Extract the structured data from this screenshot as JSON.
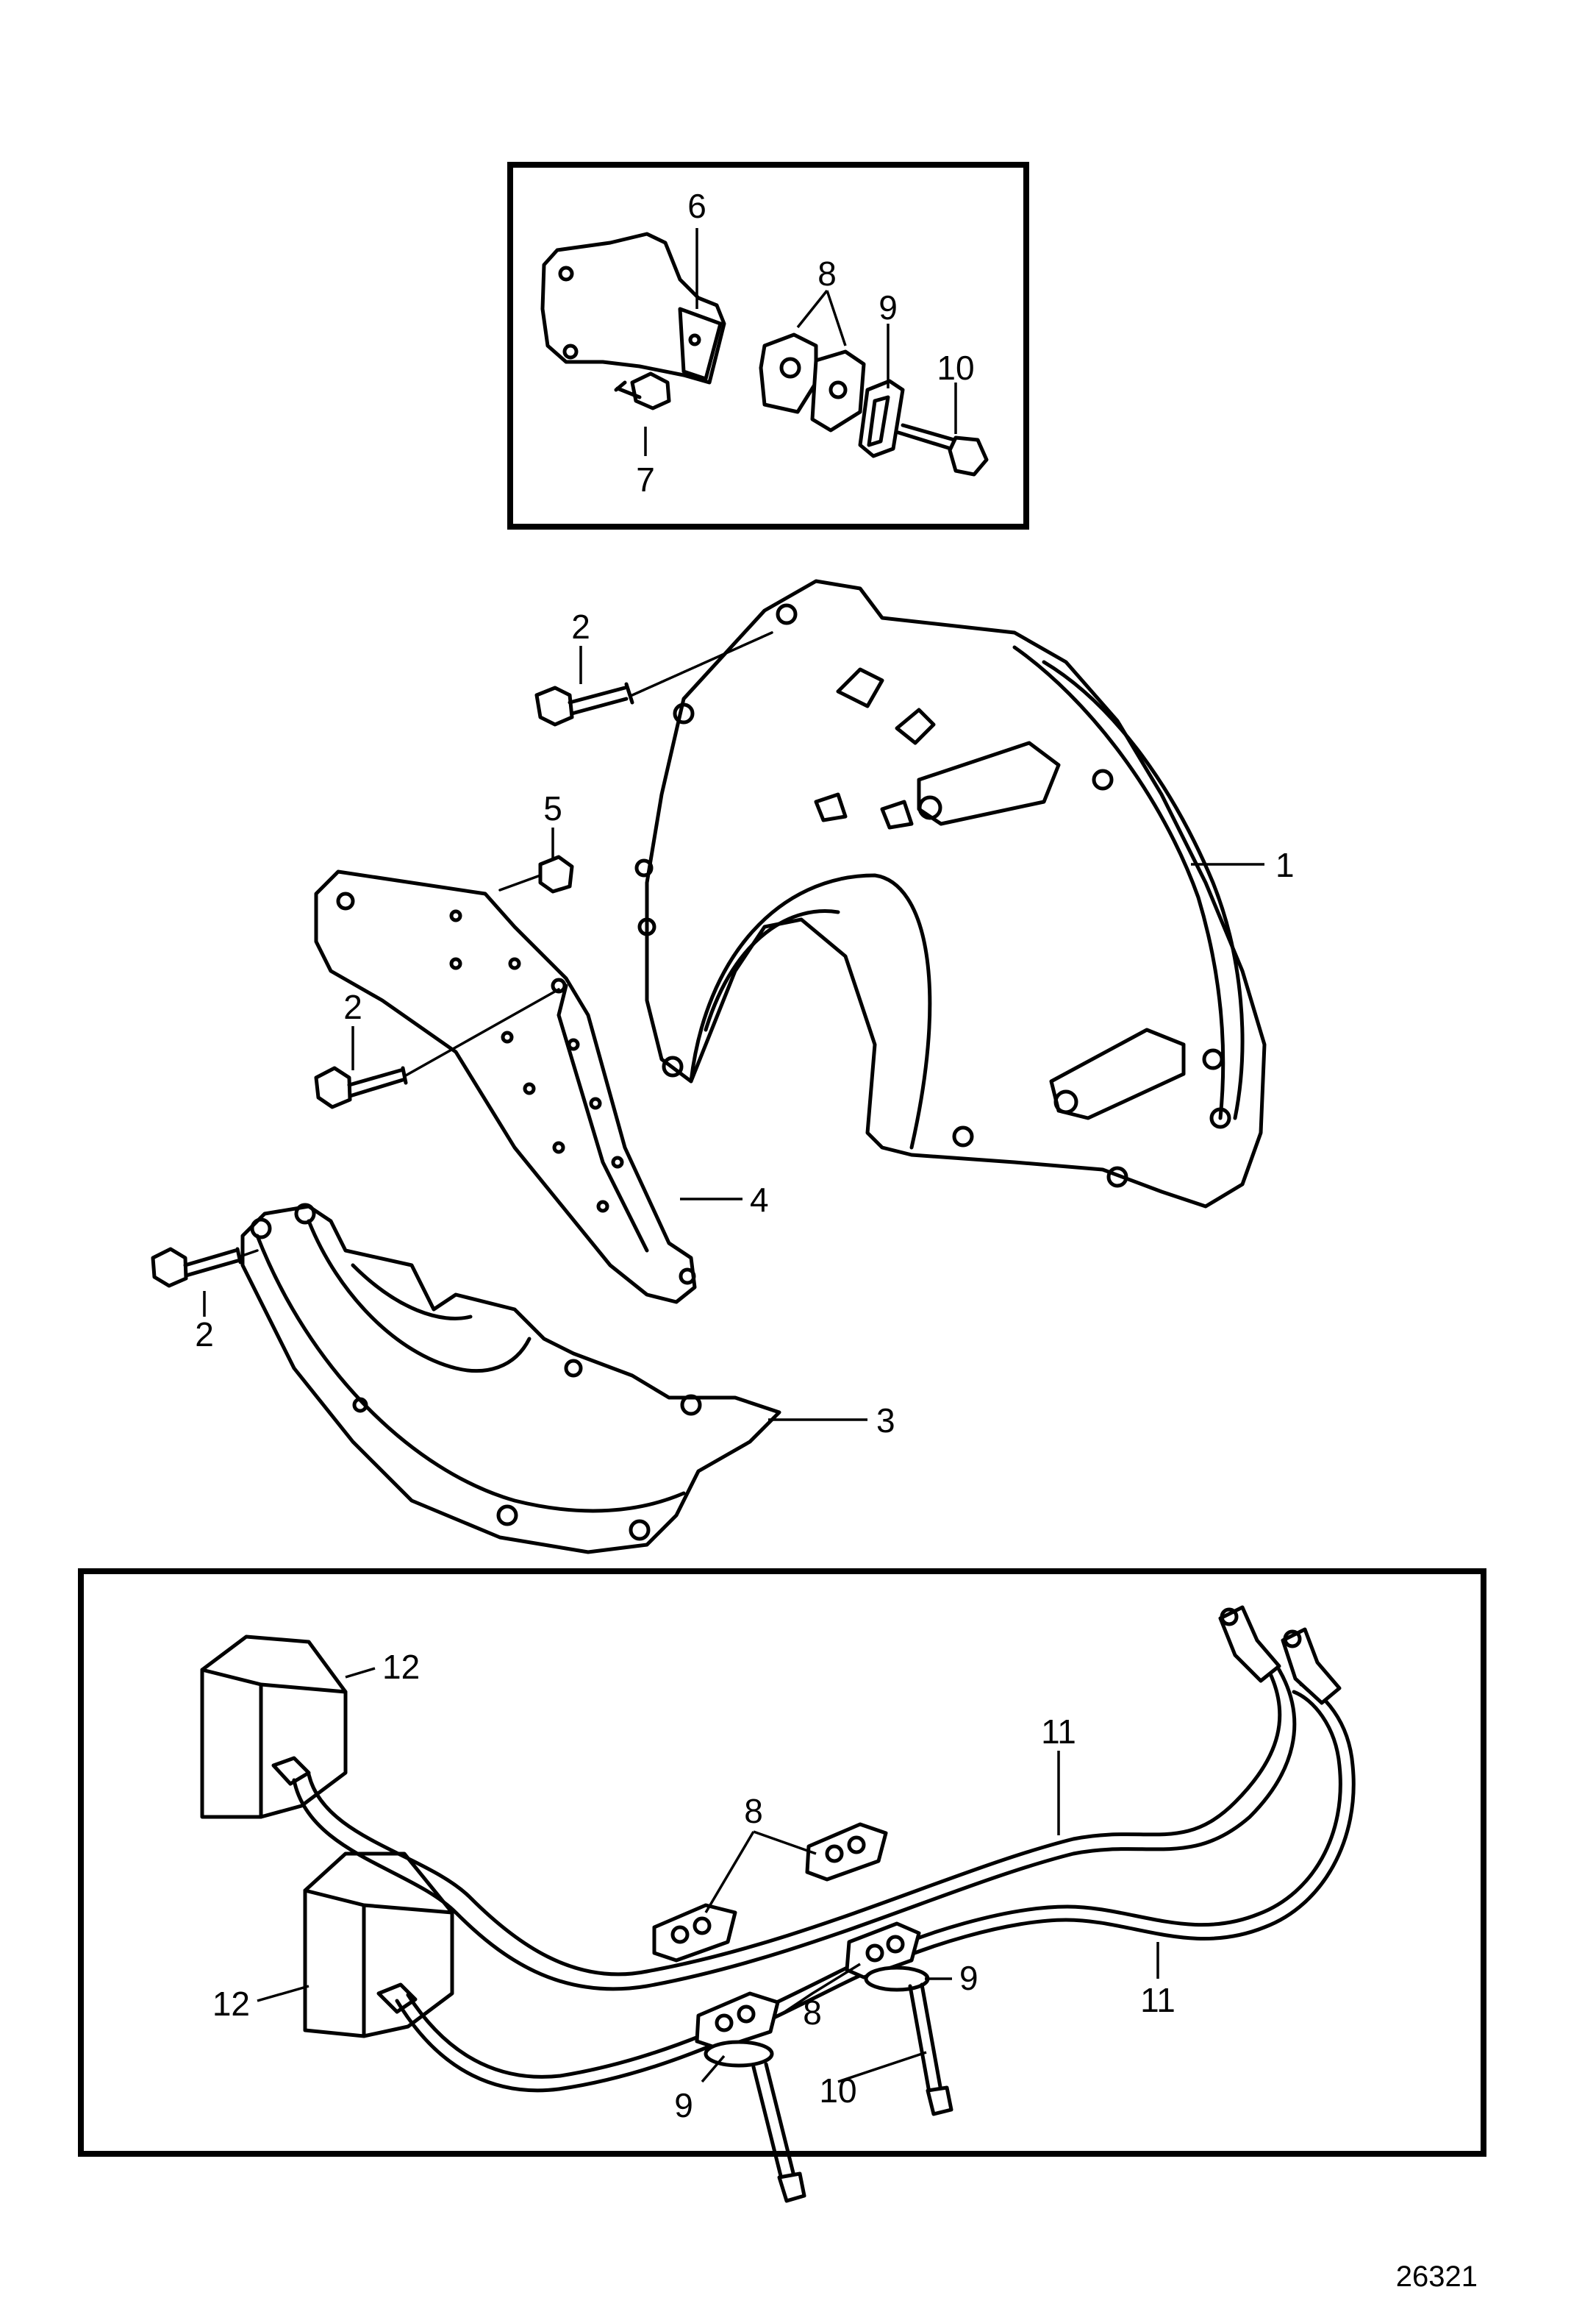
{
  "figure": {
    "reference_number": "26321",
    "callouts": {
      "p1": "1",
      "p2a": "2",
      "p2b": "2",
      "p2c": "2",
      "p3": "3",
      "p4": "4",
      "p5": "5",
      "top_p6": "6",
      "top_p7": "7",
      "top_p8": "8",
      "top_p9": "9",
      "top_p10": "10",
      "bot_p8a": "8",
      "bot_p8b": "8",
      "bot_p9a": "9",
      "bot_p9b": "9",
      "bot_p10": "10",
      "bot_p11a": "11",
      "bot_p11b": "11",
      "bot_p12a": "12",
      "bot_p12b": "12"
    }
  }
}
